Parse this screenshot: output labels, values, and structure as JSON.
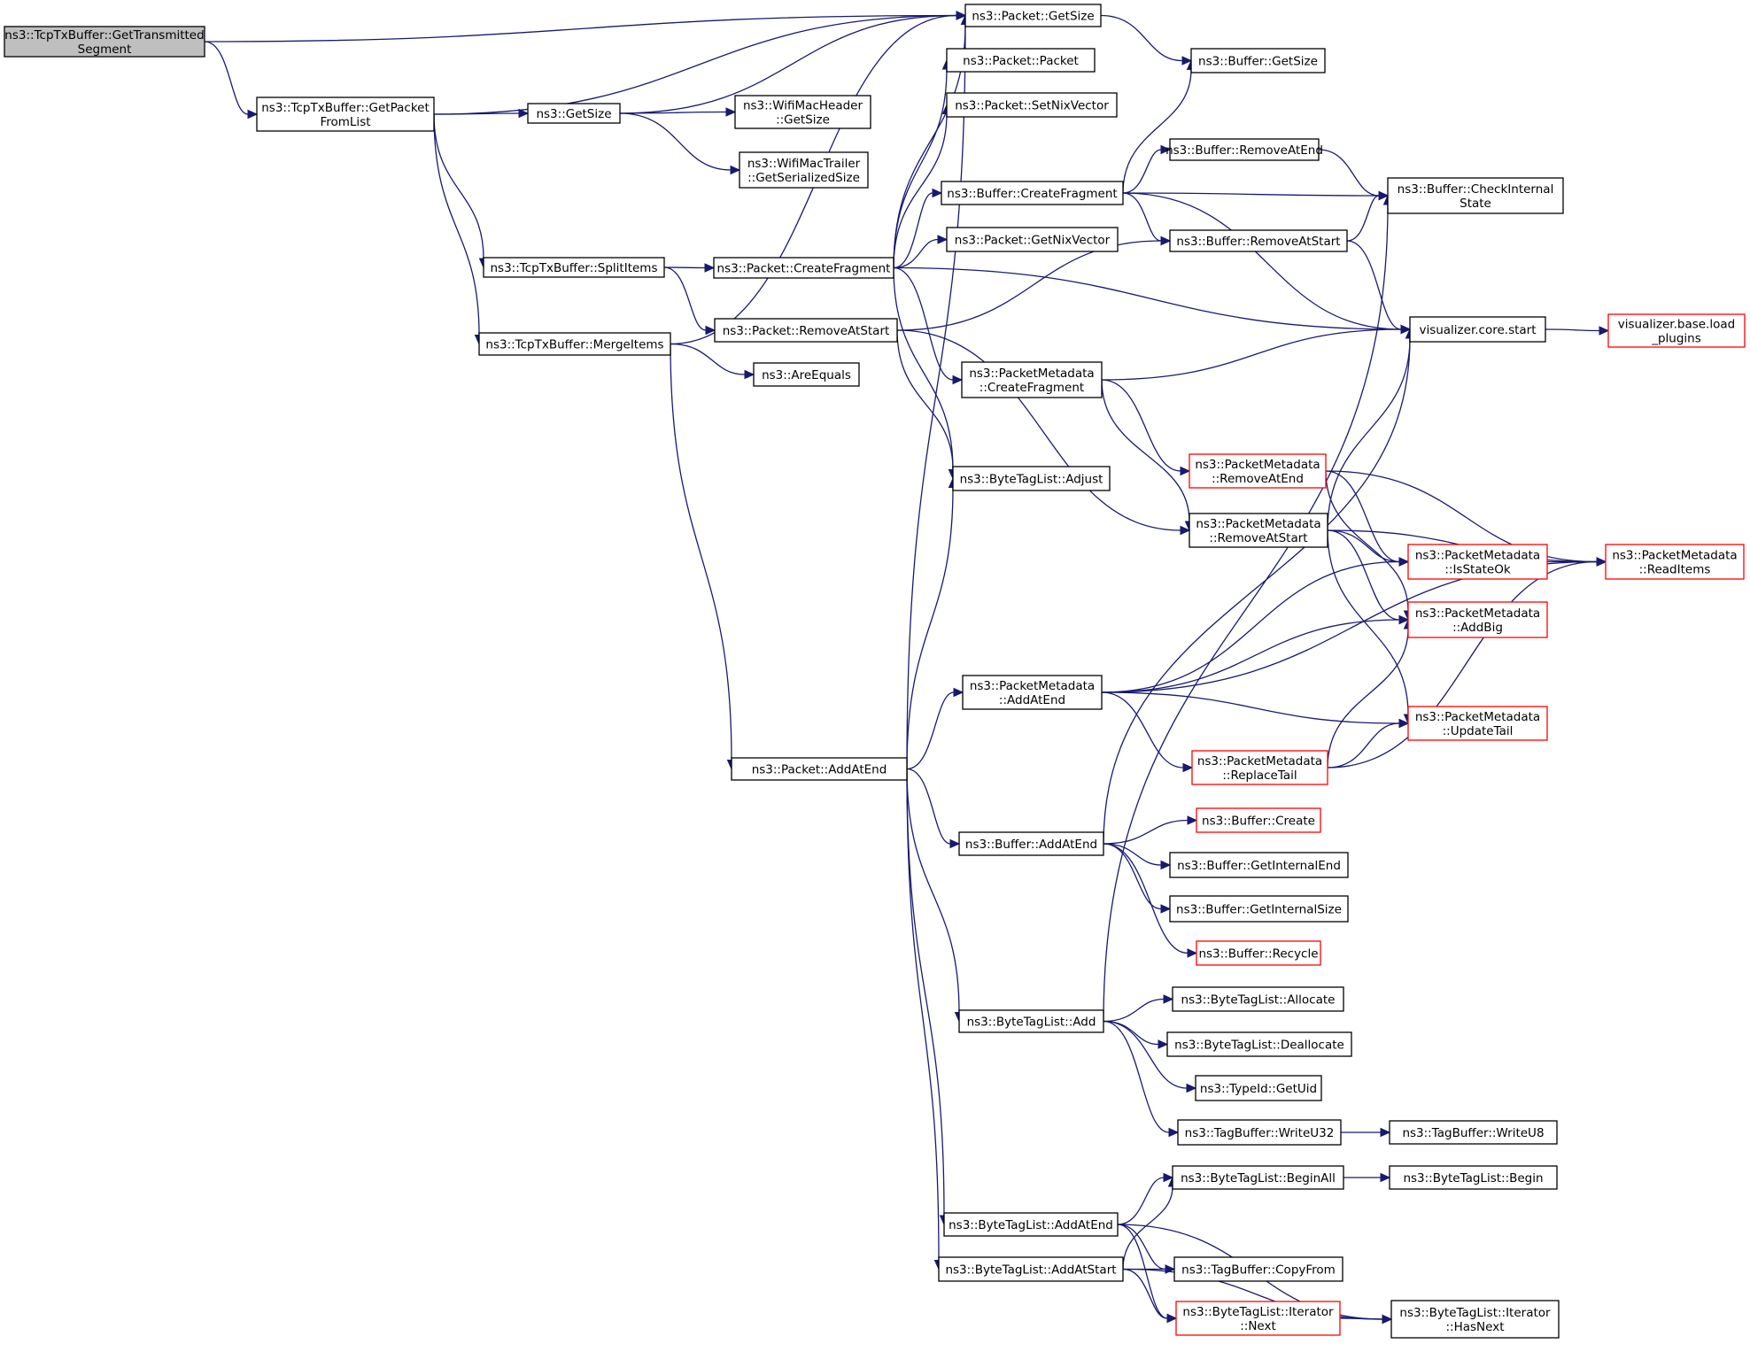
{
  "graph": {
    "nodes": [
      {
        "id": "n0",
        "lines": [
          "ns3::TcpTxBuffer::GetTransmitted",
          "Segment"
        ],
        "style": "root"
      },
      {
        "id": "n1",
        "lines": [
          "ns3::TcpTxBuffer::GetPacket",
          "FromList"
        ],
        "style": "normal"
      },
      {
        "id": "n2",
        "lines": [
          "ns3::Packet::GetSize"
        ],
        "style": "normal"
      },
      {
        "id": "n3",
        "lines": [
          "ns3::Buffer::GetSize"
        ],
        "style": "normal"
      },
      {
        "id": "n4",
        "lines": [
          "ns3::GetSize"
        ],
        "style": "normal"
      },
      {
        "id": "n5",
        "lines": [
          "ns3::WifiMacHeader",
          "::GetSize"
        ],
        "style": "normal"
      },
      {
        "id": "n6",
        "lines": [
          "ns3::WifiMacTrailer",
          "::GetSerializedSize"
        ],
        "style": "normal"
      },
      {
        "id": "n7",
        "lines": [
          "ns3::TcpTxBuffer::SplitItems"
        ],
        "style": "normal"
      },
      {
        "id": "n8",
        "lines": [
          "ns3::Packet::CreateFragment"
        ],
        "style": "normal"
      },
      {
        "id": "n9",
        "lines": [
          "ns3::Packet::Packet"
        ],
        "style": "normal"
      },
      {
        "id": "n10",
        "lines": [
          "ns3::Packet::SetNixVector"
        ],
        "style": "normal"
      },
      {
        "id": "n11",
        "lines": [
          "ns3::Buffer::CreateFragment"
        ],
        "style": "normal"
      },
      {
        "id": "n12",
        "lines": [
          "ns3::Buffer::RemoveAtEnd"
        ],
        "style": "normal"
      },
      {
        "id": "n13",
        "lines": [
          "ns3::Buffer::CheckInternal",
          "State"
        ],
        "style": "normal"
      },
      {
        "id": "n14",
        "lines": [
          "ns3::Buffer::RemoveAtStart"
        ],
        "style": "normal"
      },
      {
        "id": "n15",
        "lines": [
          "visualizer.core.start"
        ],
        "style": "normal"
      },
      {
        "id": "n16",
        "lines": [
          "visualizer.base.load",
          "_plugins"
        ],
        "style": "truncated"
      },
      {
        "id": "n17",
        "lines": [
          "ns3::Packet::GetNixVector"
        ],
        "style": "normal"
      },
      {
        "id": "n18",
        "lines": [
          "ns3::PacketMetadata",
          "::CreateFragment"
        ],
        "style": "normal"
      },
      {
        "id": "n19",
        "lines": [
          "ns3::PacketMetadata",
          "::RemoveAtEnd"
        ],
        "style": "truncated"
      },
      {
        "id": "n20",
        "lines": [
          "ns3::PacketMetadata",
          "::RemoveAtStart"
        ],
        "style": "normal"
      },
      {
        "id": "n21",
        "lines": [
          "ns3::PacketMetadata",
          "::IsStateOk"
        ],
        "style": "truncated"
      },
      {
        "id": "n22",
        "lines": [
          "ns3::PacketMetadata",
          "::ReadItems"
        ],
        "style": "truncated"
      },
      {
        "id": "n23",
        "lines": [
          "ns3::PacketMetadata",
          "::AddBig"
        ],
        "style": "truncated"
      },
      {
        "id": "n24",
        "lines": [
          "ns3::PacketMetadata",
          "::UpdateTail"
        ],
        "style": "truncated"
      },
      {
        "id": "n25",
        "lines": [
          "ns3::TcpTxBuffer::MergeItems"
        ],
        "style": "normal"
      },
      {
        "id": "n26",
        "lines": [
          "ns3::Packet::RemoveAtStart"
        ],
        "style": "normal"
      },
      {
        "id": "n27",
        "lines": [
          "ns3::AreEquals"
        ],
        "style": "normal"
      },
      {
        "id": "n28",
        "lines": [
          "ns3::ByteTagList::Adjust"
        ],
        "style": "normal"
      },
      {
        "id": "n29",
        "lines": [
          "ns3::PacketMetadata",
          "::AddAtEnd"
        ],
        "style": "normal"
      },
      {
        "id": "n30",
        "lines": [
          "ns3::PacketMetadata",
          "::ReplaceTail"
        ],
        "style": "truncated"
      },
      {
        "id": "n31",
        "lines": [
          "ns3::Packet::AddAtEnd"
        ],
        "style": "normal"
      },
      {
        "id": "n32",
        "lines": [
          "ns3::Buffer::AddAtEnd"
        ],
        "style": "normal"
      },
      {
        "id": "n33",
        "lines": [
          "ns3::Buffer::Create"
        ],
        "style": "truncated"
      },
      {
        "id": "n34",
        "lines": [
          "ns3::Buffer::GetInternalEnd"
        ],
        "style": "normal"
      },
      {
        "id": "n35",
        "lines": [
          "ns3::Buffer::GetInternalSize"
        ],
        "style": "normal"
      },
      {
        "id": "n36",
        "lines": [
          "ns3::Buffer::Recycle"
        ],
        "style": "truncated"
      },
      {
        "id": "n37",
        "lines": [
          "ns3::ByteTagList::Add"
        ],
        "style": "normal"
      },
      {
        "id": "n38",
        "lines": [
          "ns3::ByteTagList::Allocate"
        ],
        "style": "normal"
      },
      {
        "id": "n39",
        "lines": [
          "ns3::ByteTagList::Deallocate"
        ],
        "style": "normal"
      },
      {
        "id": "n40",
        "lines": [
          "ns3::TypeId::GetUid"
        ],
        "style": "normal"
      },
      {
        "id": "n41",
        "lines": [
          "ns3::TagBuffer::WriteU32"
        ],
        "style": "normal"
      },
      {
        "id": "n42",
        "lines": [
          "ns3::TagBuffer::WriteU8"
        ],
        "style": "normal"
      },
      {
        "id": "n43",
        "lines": [
          "ns3::ByteTagList::BeginAll"
        ],
        "style": "normal"
      },
      {
        "id": "n44",
        "lines": [
          "ns3::ByteTagList::Begin"
        ],
        "style": "normal"
      },
      {
        "id": "n45",
        "lines": [
          "ns3::ByteTagList::AddAtEnd"
        ],
        "style": "normal"
      },
      {
        "id": "n46",
        "lines": [
          "ns3::ByteTagList::AddAtStart"
        ],
        "style": "normal"
      },
      {
        "id": "n47",
        "lines": [
          "ns3::TagBuffer::CopyFrom"
        ],
        "style": "normal"
      },
      {
        "id": "n48",
        "lines": [
          "ns3::ByteTagList::Iterator",
          "::Next"
        ],
        "style": "truncated"
      },
      {
        "id": "n49",
        "lines": [
          "ns3::ByteTagList::Iterator",
          "::HasNext"
        ],
        "style": "normal"
      }
    ],
    "edges": [
      [
        "n0",
        "n2"
      ],
      [
        "n0",
        "n1"
      ],
      [
        "n1",
        "n2"
      ],
      [
        "n1",
        "n4"
      ],
      [
        "n1",
        "n7"
      ],
      [
        "n1",
        "n25"
      ],
      [
        "n2",
        "n3"
      ],
      [
        "n4",
        "n2"
      ],
      [
        "n4",
        "n5"
      ],
      [
        "n4",
        "n6"
      ],
      [
        "n7",
        "n8"
      ],
      [
        "n7",
        "n26"
      ],
      [
        "n8",
        "n2"
      ],
      [
        "n8",
        "n9"
      ],
      [
        "n8",
        "n10"
      ],
      [
        "n8",
        "n11"
      ],
      [
        "n8",
        "n17"
      ],
      [
        "n8",
        "n18"
      ],
      [
        "n8",
        "n15"
      ],
      [
        "n8",
        "n28"
      ],
      [
        "n11",
        "n3"
      ],
      [
        "n11",
        "n12"
      ],
      [
        "n11",
        "n13"
      ],
      [
        "n11",
        "n14"
      ],
      [
        "n11",
        "n15"
      ],
      [
        "n12",
        "n13"
      ],
      [
        "n14",
        "n13"
      ],
      [
        "n14",
        "n15"
      ],
      [
        "n15",
        "n16"
      ],
      [
        "n18",
        "n15"
      ],
      [
        "n18",
        "n19"
      ],
      [
        "n18",
        "n20"
      ],
      [
        "n19",
        "n21"
      ],
      [
        "n19",
        "n22"
      ],
      [
        "n19",
        "n23"
      ],
      [
        "n20",
        "n15"
      ],
      [
        "n20",
        "n21"
      ],
      [
        "n20",
        "n22"
      ],
      [
        "n20",
        "n23"
      ],
      [
        "n20",
        "n24"
      ],
      [
        "n21",
        "n22"
      ],
      [
        "n25",
        "n2"
      ],
      [
        "n25",
        "n27"
      ],
      [
        "n25",
        "n31"
      ],
      [
        "n26",
        "n14"
      ],
      [
        "n26",
        "n20"
      ],
      [
        "n26",
        "n28"
      ],
      [
        "n29",
        "n21"
      ],
      [
        "n29",
        "n23"
      ],
      [
        "n29",
        "n22"
      ],
      [
        "n29",
        "n24"
      ],
      [
        "n29",
        "n30"
      ],
      [
        "n30",
        "n23"
      ],
      [
        "n30",
        "n24"
      ],
      [
        "n30",
        "n22"
      ],
      [
        "n31",
        "n2"
      ],
      [
        "n31",
        "n28"
      ],
      [
        "n31",
        "n29"
      ],
      [
        "n31",
        "n32"
      ],
      [
        "n31",
        "n37"
      ],
      [
        "n31",
        "n45"
      ],
      [
        "n31",
        "n46"
      ],
      [
        "n32",
        "n15"
      ],
      [
        "n32",
        "n33"
      ],
      [
        "n32",
        "n34"
      ],
      [
        "n32",
        "n35"
      ],
      [
        "n32",
        "n36"
      ],
      [
        "n37",
        "n13"
      ],
      [
        "n37",
        "n38"
      ],
      [
        "n37",
        "n39"
      ],
      [
        "n37",
        "n40"
      ],
      [
        "n37",
        "n41"
      ],
      [
        "n41",
        "n42"
      ],
      [
        "n43",
        "n44"
      ],
      [
        "n45",
        "n43"
      ],
      [
        "n45",
        "n47"
      ],
      [
        "n45",
        "n48"
      ],
      [
        "n45",
        "n49"
      ],
      [
        "n46",
        "n43"
      ],
      [
        "n46",
        "n47"
      ],
      [
        "n46",
        "n48"
      ],
      [
        "n46",
        "n49"
      ],
      [
        "n48",
        "n49"
      ]
    ],
    "colors": {
      "edge": "#191970",
      "root_fill": "#bfbfbf",
      "normal_border": "#000000",
      "truncated_border": "#ff0000",
      "background": "#ffffff"
    }
  }
}
